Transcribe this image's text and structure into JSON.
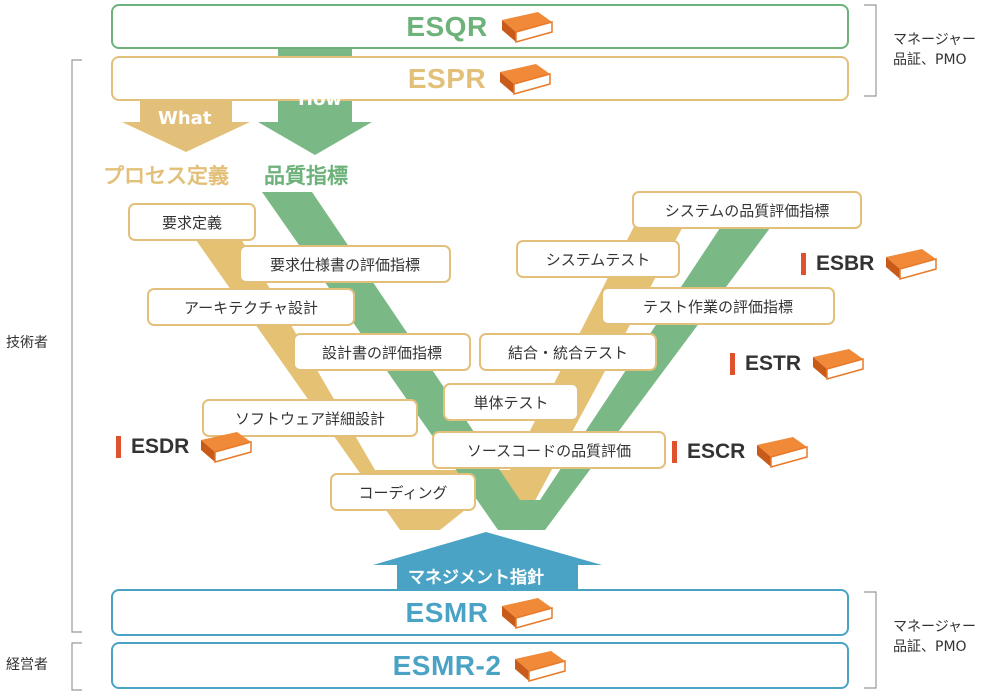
{
  "top": {
    "esqr": "ESQR",
    "espr": "ESPR",
    "what": "What",
    "how": "How",
    "process_def": "プロセス定義",
    "quality_metrics": "品質指標"
  },
  "left_steps": [
    "要求定義",
    "アーキテクチャ設計",
    "ソフトウェア詳細設計",
    "コーディング"
  ],
  "left_metrics": [
    "要求仕様書の評価指標",
    "設計書の評価指標"
  ],
  "right_steps": [
    "システムテスト",
    "結合・統合テスト",
    "単体テスト"
  ],
  "right_metrics": [
    "システムの品質評価指標",
    "テスト作業の評価指標",
    "ソースコードの品質評価"
  ],
  "standards": {
    "esdr": "ESDR",
    "escr": "ESCR",
    "estr": "ESTR",
    "esbr": "ESBR"
  },
  "bottom": {
    "mgmt_arrow": "マネジメント指針",
    "esmr": "ESMR",
    "esmr2": "ESMR-2"
  },
  "side_labels": {
    "manager_top_1": "マネージャー",
    "manager_top_2": "品証、PMO",
    "engineer": "技術者",
    "manager_bottom_1": "マネージャー",
    "manager_bottom_2": "品証、PMO",
    "executive": "経営者"
  },
  "colors": {
    "green": "#6db27a",
    "green_fill": "#7ab885",
    "gold": "#e3c07a",
    "gold_fill": "#e5c173",
    "blue": "#4aa3c4",
    "orange_book": "#e87a2a",
    "red_mark": "#e0522e"
  }
}
